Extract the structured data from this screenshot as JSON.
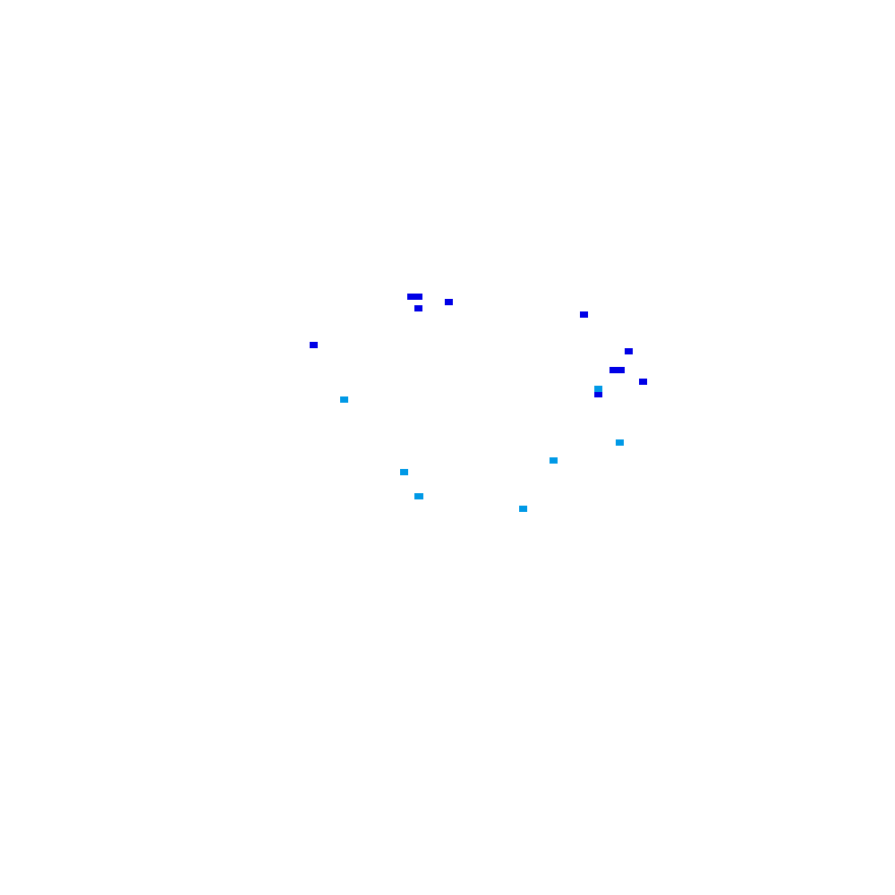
{
  "scene": {
    "background": "#ffffff",
    "palette": {
      "dark_blue": "#0000e6",
      "light_blue": "#0099e6"
    },
    "pixel_groups": [
      {
        "name": "dark-blue-pixels",
        "color": "dark_blue",
        "pixel_count": 12
      },
      {
        "name": "light-blue-pixels",
        "color": "light_blue",
        "pixel_count": 7
      }
    ]
  }
}
